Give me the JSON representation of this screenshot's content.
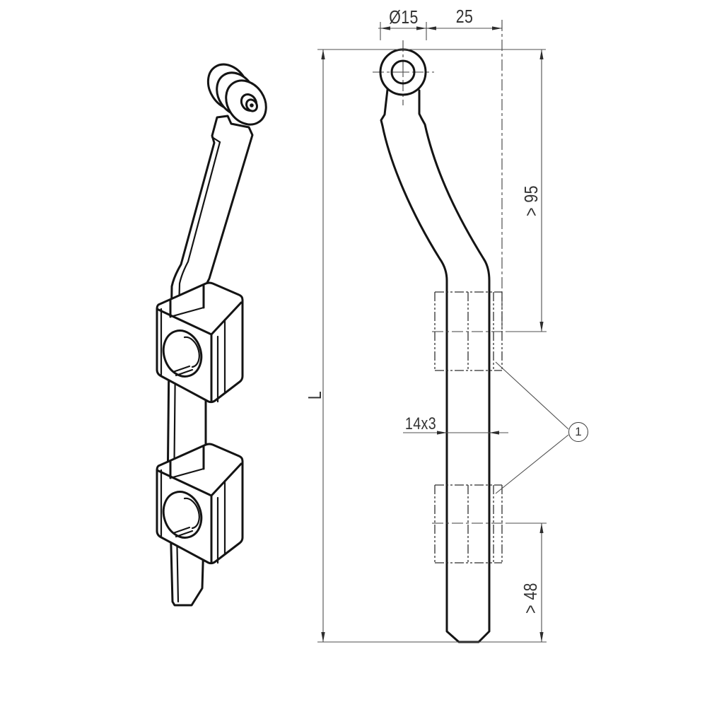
{
  "colors": {
    "background": "#ffffff",
    "outline": "#141414",
    "thin_line": "#4f4f4f",
    "text": "#333333"
  },
  "front_view": {
    "dimensions": {
      "eye_diameter": "Ø15",
      "eye_offset": "25",
      "upper_guide_distance": "> 95",
      "overall_length": "L",
      "bar_cross_section": "14x3",
      "lower_guide_distance": "> 48"
    }
  },
  "callout": {
    "balloon_number": "1"
  }
}
